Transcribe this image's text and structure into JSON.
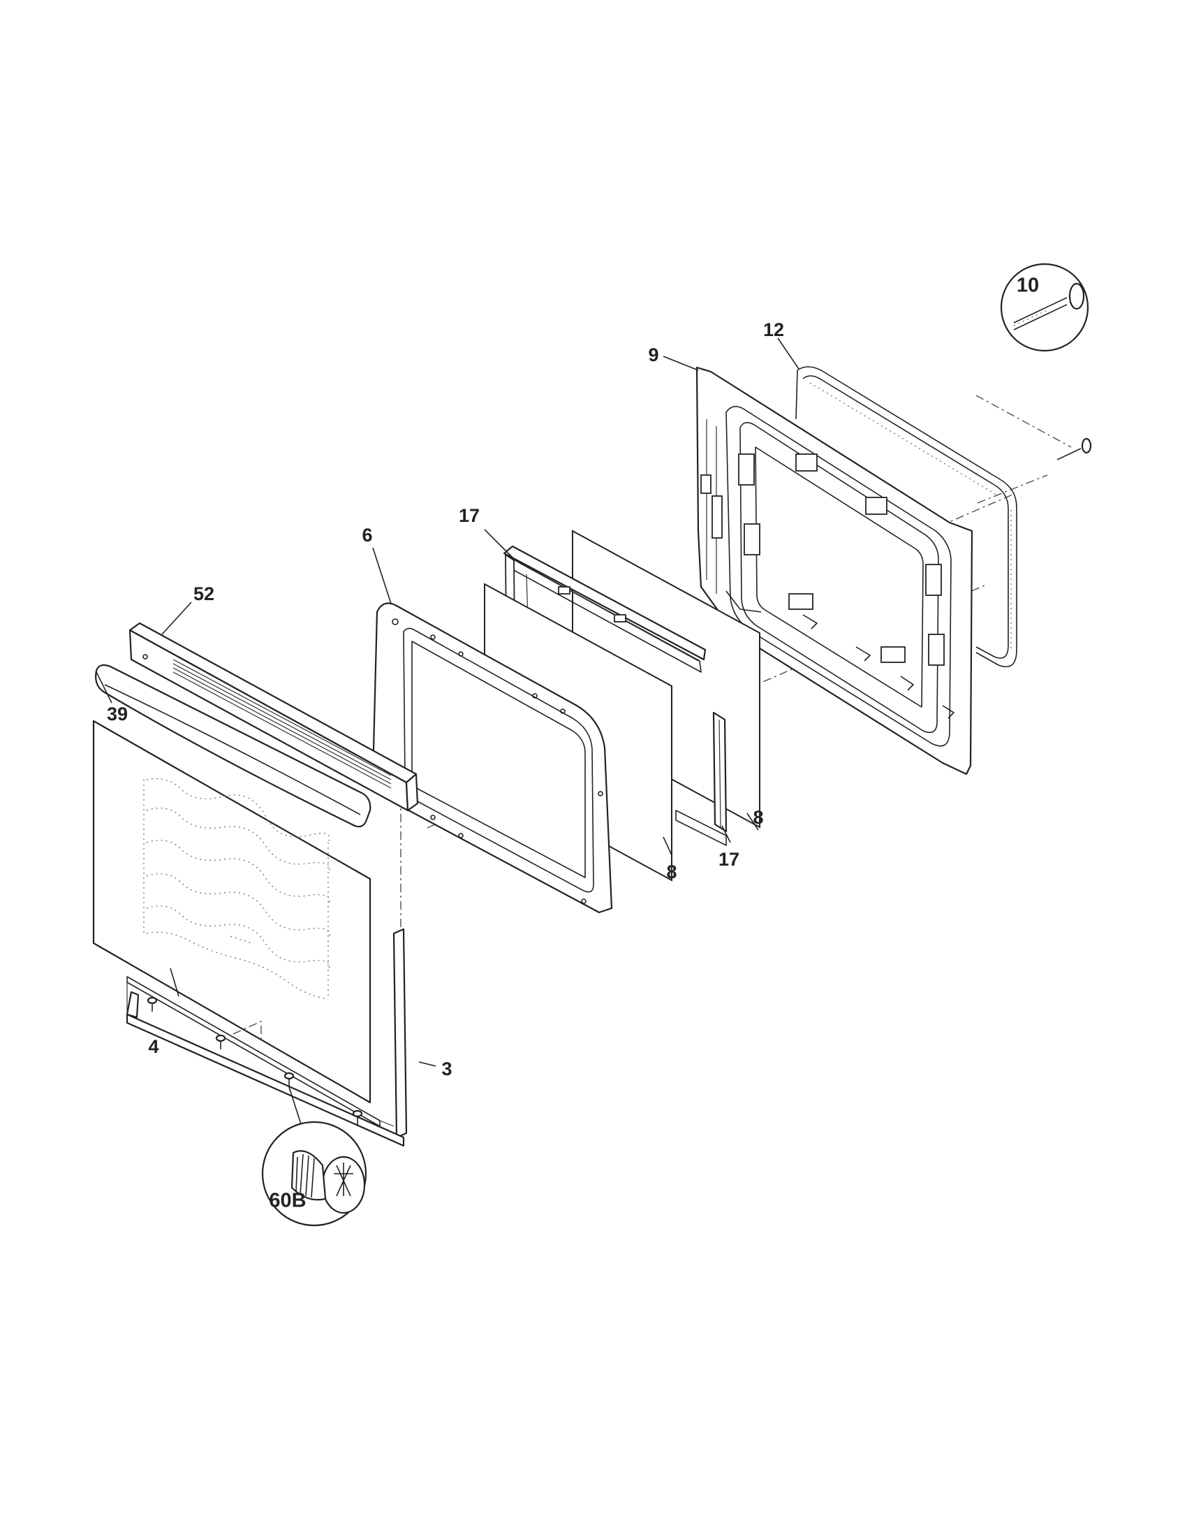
{
  "parts": [
    {
      "id": "part-52",
      "label": "52"
    },
    {
      "id": "part-39",
      "label": "39"
    },
    {
      "id": "part-4",
      "label": "4"
    },
    {
      "id": "part-3",
      "label": "3"
    },
    {
      "id": "part-6",
      "label": "6"
    },
    {
      "id": "part-17a",
      "label": "17"
    },
    {
      "id": "part-17b",
      "label": "17"
    },
    {
      "id": "part-8a",
      "label": "8"
    },
    {
      "id": "part-8b",
      "label": "8"
    },
    {
      "id": "part-9",
      "label": "9"
    },
    {
      "id": "part-12",
      "label": "12"
    },
    {
      "id": "part-10",
      "label": "10"
    },
    {
      "id": "part-60b",
      "label": "60B"
    }
  ]
}
